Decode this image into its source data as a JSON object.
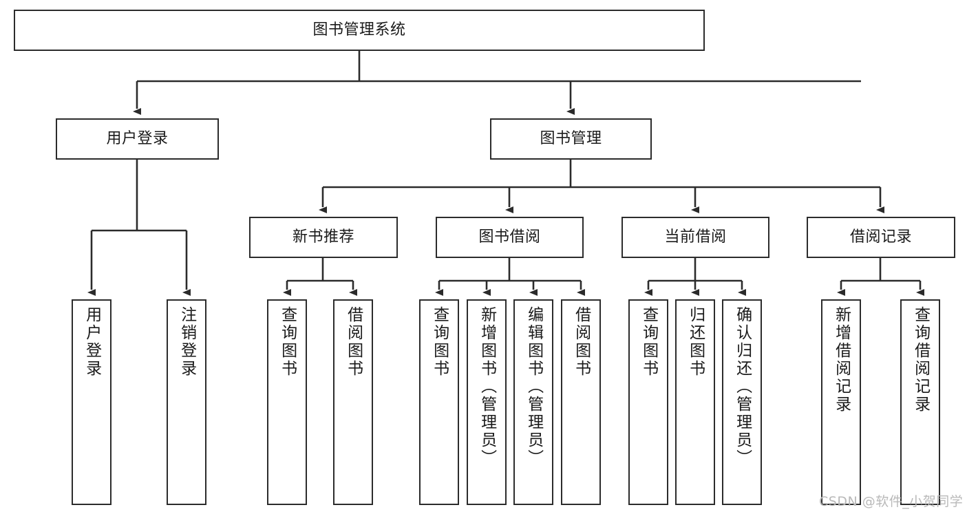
{
  "diagram": {
    "title": "图书管理系统",
    "watermark": "CSDN @软件_小贺同学",
    "colors": {
      "stroke": "#2b2b2b",
      "box_fill": "#ffffff",
      "text": "#1a1a1a",
      "watermark": "#b9b9b9",
      "background": "#ffffff"
    },
    "levels": {
      "root": {
        "label": "图书管理系统"
      },
      "level2": [
        {
          "label": "用户登录"
        },
        {
          "label": "图书管理"
        }
      ],
      "level3": [
        {
          "label": "新书推荐"
        },
        {
          "label": "图书借阅"
        },
        {
          "label": "当前借阅"
        },
        {
          "label": "借阅记录"
        }
      ],
      "leaves": {
        "user_login": [
          {
            "label": "用户登录"
          },
          {
            "label": "注销登录"
          }
        ],
        "new_book_recommend": [
          {
            "label": "查询图书"
          },
          {
            "label": "借阅图书"
          }
        ],
        "book_borrow": [
          {
            "label": "查询图书"
          },
          {
            "label": "新增图书（管理员）"
          },
          {
            "label": "编辑图书（管理员）"
          },
          {
            "label": "借阅图书"
          }
        ],
        "current_borrow": [
          {
            "label": "查询图书"
          },
          {
            "label": "归还图书"
          },
          {
            "label": "确认归还（管理员）"
          }
        ],
        "borrow_record": [
          {
            "label": "新增借阅记录"
          },
          {
            "label": "查询借阅记录"
          }
        ]
      }
    }
  }
}
